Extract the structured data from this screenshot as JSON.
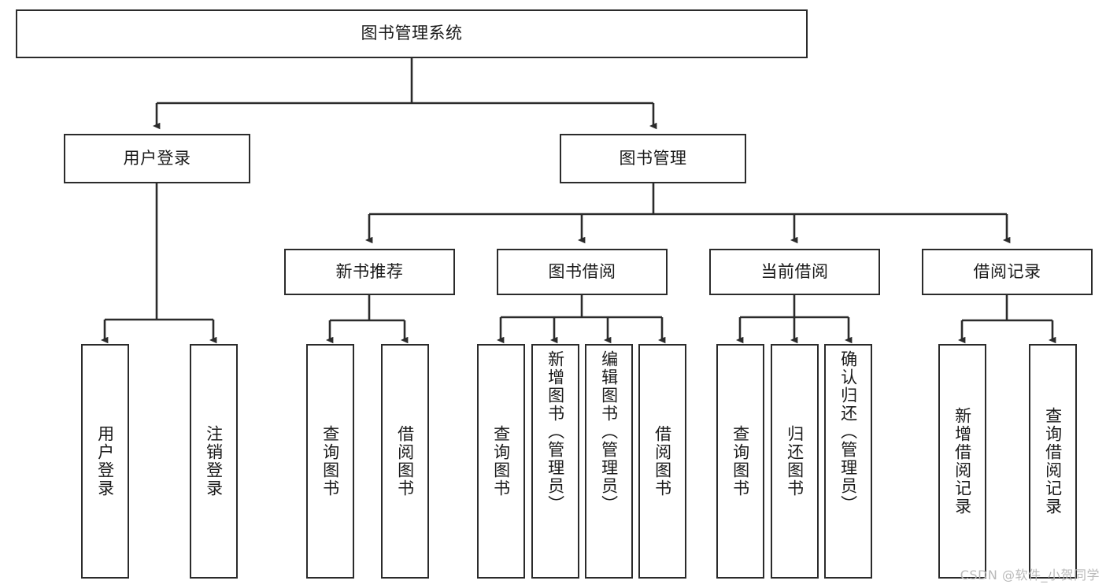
{
  "diagram": {
    "type": "tree-hierarchy",
    "title": "图书管理系统",
    "watermark": "CSDN @软件_小贺同学",
    "colors": {
      "stroke": "#2b2b2b",
      "fill": "#ffffff",
      "text": "#1a1a1a",
      "watermark": "#b9b9b9"
    },
    "nodes": {
      "root": {
        "label": "图书管理系统",
        "level": 1
      },
      "user_login": {
        "label": "用户登录",
        "level": 2
      },
      "book_manage": {
        "label": "图书管理",
        "level": 2
      },
      "new_book_rec": {
        "label": "新书推荐",
        "level": 3
      },
      "book_borrow": {
        "label": "图书借阅",
        "level": 3
      },
      "current_borrow": {
        "label": "当前借阅",
        "level": 3
      },
      "borrow_record": {
        "label": "借阅记录",
        "level": 3
      },
      "leaf_user_login": {
        "label": "用户登录",
        "level": 4
      },
      "leaf_logout": {
        "label": "注销登录",
        "level": 4
      },
      "leaf_query_book_a": {
        "label": "查询图书",
        "level": 4
      },
      "leaf_borrow_book_a": {
        "label": "借阅图书",
        "level": 4
      },
      "leaf_query_book_b": {
        "label": "查询图书",
        "level": 4
      },
      "leaf_add_book": {
        "label": "新增图书（管理员）",
        "level": 4
      },
      "leaf_edit_book": {
        "label": "编辑图书（管理员）",
        "level": 4
      },
      "leaf_borrow_book_b": {
        "label": "借阅图书",
        "level": 4
      },
      "leaf_query_book_c": {
        "label": "查询图书",
        "level": 4
      },
      "leaf_return_book": {
        "label": "归还图书",
        "level": 4
      },
      "leaf_confirm_return": {
        "label": "确认归还（管理员）",
        "level": 4
      },
      "leaf_add_record": {
        "label": "新增借阅记录",
        "level": 4
      },
      "leaf_query_record": {
        "label": "查询借阅记录",
        "level": 4
      }
    },
    "edges": [
      {
        "from": "root",
        "to": "user_login"
      },
      {
        "from": "root",
        "to": "book_manage"
      },
      {
        "from": "user_login",
        "to": "leaf_user_login"
      },
      {
        "from": "user_login",
        "to": "leaf_logout"
      },
      {
        "from": "book_manage",
        "to": "new_book_rec"
      },
      {
        "from": "book_manage",
        "to": "book_borrow"
      },
      {
        "from": "book_manage",
        "to": "current_borrow"
      },
      {
        "from": "book_manage",
        "to": "borrow_record"
      },
      {
        "from": "new_book_rec",
        "to": "leaf_query_book_a"
      },
      {
        "from": "new_book_rec",
        "to": "leaf_borrow_book_a"
      },
      {
        "from": "book_borrow",
        "to": "leaf_query_book_b"
      },
      {
        "from": "book_borrow",
        "to": "leaf_add_book"
      },
      {
        "from": "book_borrow",
        "to": "leaf_edit_book"
      },
      {
        "from": "book_borrow",
        "to": "leaf_borrow_book_b"
      },
      {
        "from": "current_borrow",
        "to": "leaf_query_book_c"
      },
      {
        "from": "current_borrow",
        "to": "leaf_return_book"
      },
      {
        "from": "current_borrow",
        "to": "leaf_confirm_return"
      },
      {
        "from": "borrow_record",
        "to": "leaf_add_record"
      },
      {
        "from": "borrow_record",
        "to": "leaf_query_record"
      }
    ]
  }
}
